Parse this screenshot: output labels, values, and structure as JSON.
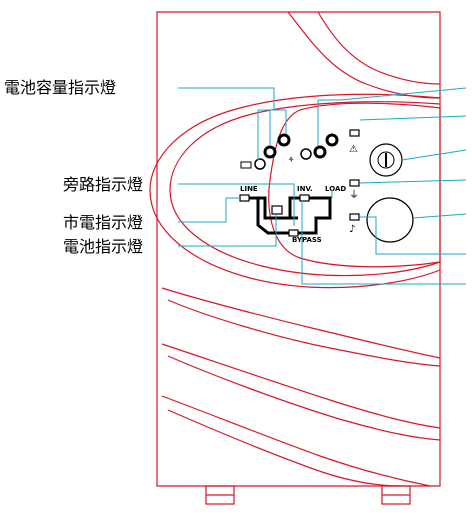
{
  "labels": {
    "battery_capacity": "電池容量指示燈",
    "bypass_indicator": "旁路指示燈",
    "mains_indicator": "市電指示燈",
    "battery_indicator": "電池指示燈"
  },
  "panel": {
    "line": "LINE",
    "inv": "INV.",
    "load": "LOAD",
    "bypass": "BYPASS"
  },
  "colors": {
    "housing": "#d6172a",
    "leader": "#1aa9c9",
    "ink": "#000000"
  }
}
